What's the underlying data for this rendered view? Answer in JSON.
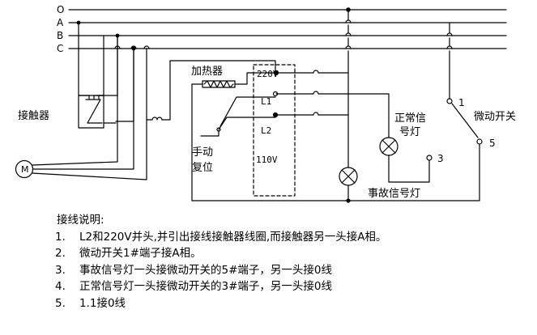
{
  "bus": {
    "O": "O",
    "A": "A",
    "B": "B",
    "C": "C"
  },
  "labels": {
    "contactor": "接触器",
    "heater": "加热器",
    "terminal_220v": "220V",
    "terminal_l1": "L1",
    "terminal_l2": "L2",
    "terminal_110v": "110V",
    "manual_reset_line1": "手动",
    "manual_reset_line2": "复位",
    "motor": "M",
    "normal_lamp_line1": "正常信",
    "normal_lamp_line2": "号灯",
    "fault_lamp": "事故信号灯",
    "microswitch": "微动开关",
    "terminal_1": "1",
    "terminal_3": "3",
    "terminal_5": "5"
  },
  "notes": {
    "heading": "接线说明:",
    "items": [
      {
        "num": "1.",
        "text": "L2和220V并头,并引出接线接触器线圈,而接触器另一头接A相。"
      },
      {
        "num": "2.",
        "text": "微动开关1#端子接A相。"
      },
      {
        "num": "3.",
        "text": "事故信号灯一头接微动开关的5#端子，另一头接0线"
      },
      {
        "num": "4.",
        "text": "正常信号灯一头接微动开关的3#端子，另一头接0线"
      },
      {
        "num": "5.",
        "text": "1.1接0线"
      }
    ]
  }
}
